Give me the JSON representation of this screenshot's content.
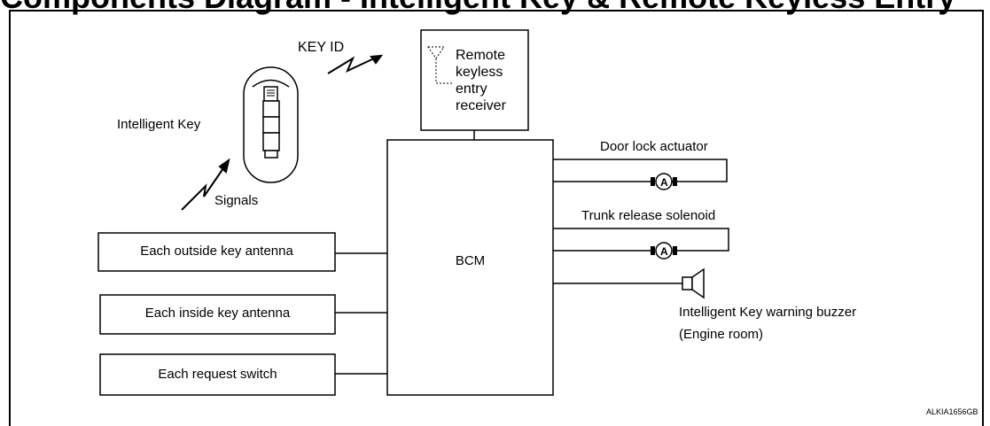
{
  "heading": "Components Diagram - Intelligent Key & Remote Keyless Entry",
  "labels": {
    "key_id": "KEY ID",
    "intelligent_key": "Intelligent Key",
    "signals": "Signals",
    "receiver": [
      "Remote",
      "keyless",
      "entry",
      "receiver"
    ],
    "door_lock_actuator": "Door lock actuator",
    "trunk_release_solenoid": "Trunk release solenoid",
    "buzzer_line1": "Intelligent Key warning buzzer",
    "buzzer_line2": "(Engine room)",
    "bcm": "BCM",
    "outside_antenna": "Each outside key antenna",
    "inside_antenna": "Each inside key antenna",
    "request_switch": "Each request switch",
    "motor_symbol": "A",
    "figure_code": "ALKIA1656GB"
  }
}
